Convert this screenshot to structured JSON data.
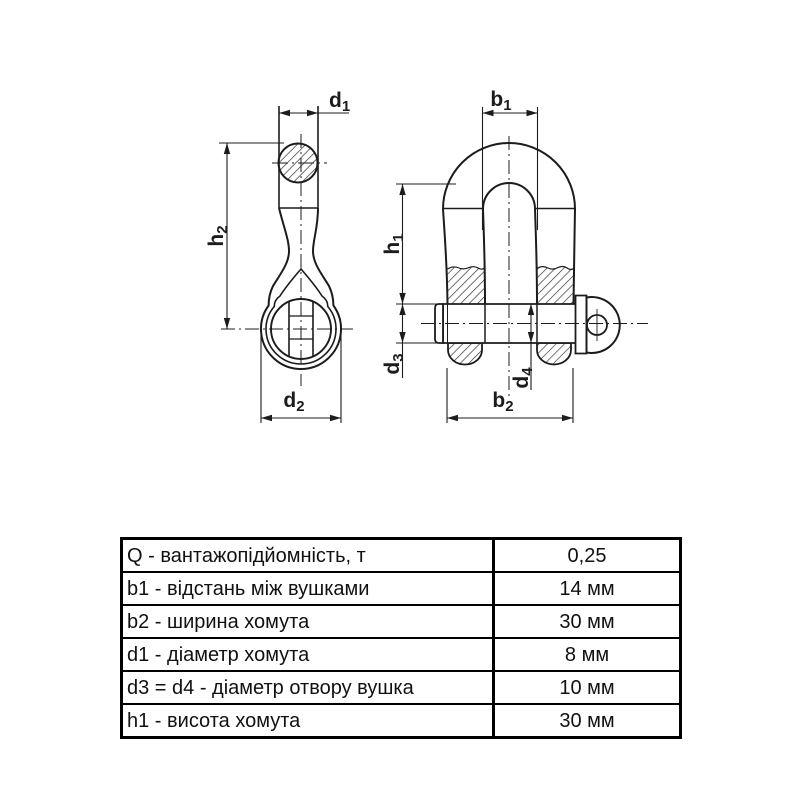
{
  "drawing": {
    "labels": {
      "d1": {
        "base": "d",
        "sub": "1"
      },
      "h2": {
        "base": "h",
        "sub": "2"
      },
      "d2": {
        "base": "d",
        "sub": "2"
      },
      "b1": {
        "base": "b",
        "sub": "1"
      },
      "h1": {
        "base": "h",
        "sub": "1"
      },
      "d3": {
        "base": "d",
        "sub": "3"
      },
      "d4": {
        "base": "d",
        "sub": "4"
      },
      "b2": {
        "base": "b",
        "sub": "2"
      }
    }
  },
  "table": {
    "rows": [
      {
        "param": "Q - вантажопідйомність, т",
        "value": "0,25"
      },
      {
        "param": "b1 - відстань між вушками",
        "value": "14 мм"
      },
      {
        "param": "b2 - ширина хомута",
        "value": "30 мм"
      },
      {
        "param": "d1 - діаметр хомута",
        "value": "8 мм"
      },
      {
        "param": "d3 = d4 - діаметр отвору вушка",
        "value": "10 мм"
      },
      {
        "param": "h1 - висота хомута",
        "value": "30 мм"
      }
    ]
  },
  "colors": {
    "line": "#1c1c1c",
    "background": "#ffffff",
    "table_border": "#000000"
  }
}
